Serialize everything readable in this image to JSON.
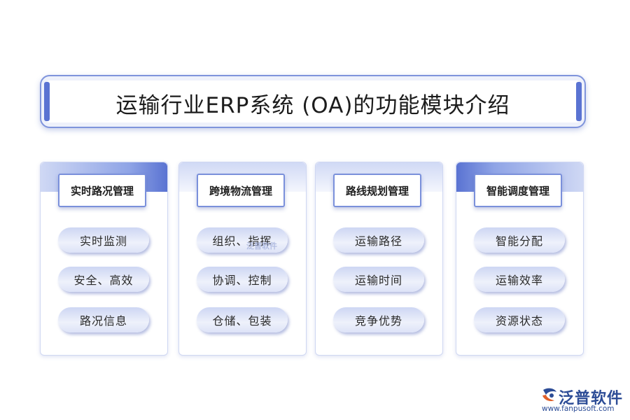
{
  "title": "运输行业ERP系统 (OA)的功能模块介绍",
  "modules": [
    {
      "header": "实时路况管理",
      "items": [
        "实时监测",
        "安全、高效",
        "路况信息"
      ]
    },
    {
      "header": "跨境物流管理",
      "items": [
        "组织、指挥",
        "协调、控制",
        "仓储、包装"
      ]
    },
    {
      "header": "路线规划管理",
      "items": [
        "运输路径",
        "运输时间",
        "竞争优势"
      ]
    },
    {
      "header": "智能调度管理",
      "items": [
        "智能分配",
        "运输效率",
        "资源状态"
      ]
    }
  ],
  "watermark": "泛普软件",
  "brand": {
    "name": "泛普软件",
    "url": "www.fanpusoft.com",
    "color": "#2c4c96"
  },
  "colors": {
    "accent": "#5a73d2",
    "pill_light": "#eef1fb",
    "border": "#7a90db"
  }
}
